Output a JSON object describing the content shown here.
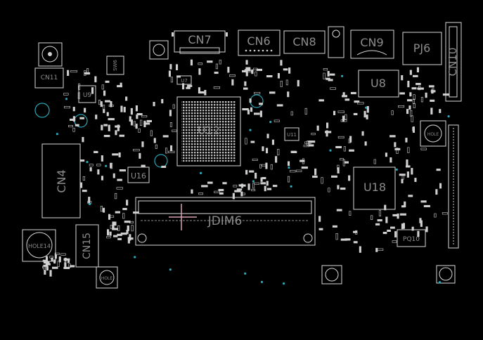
{
  "board": {
    "background": "#000000",
    "outline_color": "#d8d8d8",
    "label_color": "#8c8c8c",
    "hole_color": "#2aa7b8",
    "marker_color": "#d9a3b8"
  },
  "labels": {
    "cn7": "CN7",
    "cn6": "CN6",
    "cn8": "CN8",
    "cn9": "CN9",
    "pj6": "PJ6",
    "cn10": "CN10",
    "cn11": "CN11",
    "sw6": "SW6",
    "u7": "U7",
    "u9": "U9",
    "u12": "U12",
    "u8": "U8",
    "cn4": "CN4",
    "u16": "U16",
    "u18": "U18",
    "u11": "U11",
    "jdim6": "JDIM6",
    "hole14": "HOLE14",
    "cn15": "CN15",
    "pq10": "PQ10",
    "hole_left": "HOLE",
    "hole_right": "HOLE"
  }
}
